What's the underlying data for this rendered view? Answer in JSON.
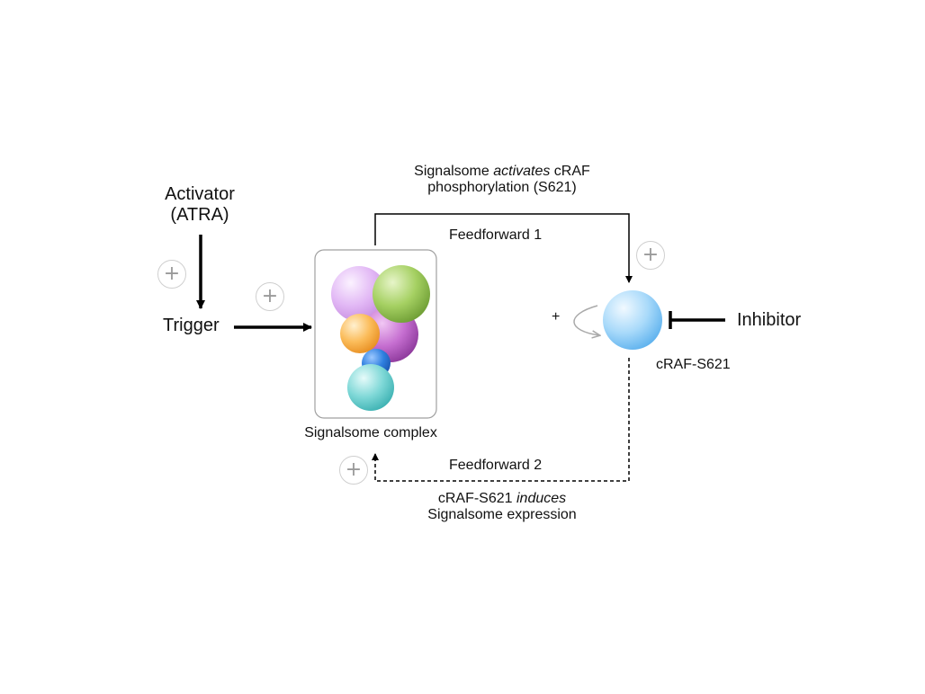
{
  "nodes": {
    "activator_line1": "Activator",
    "activator_line2": "(ATRA)",
    "trigger": "Trigger",
    "complex": "Signalsome complex",
    "craf": "cRAF-S621",
    "inhibitor": "Inhibitor"
  },
  "edges": {
    "ff1_label": "Feedforward 1",
    "ff1_desc_line1_a": "Signalsome ",
    "ff1_desc_line1_em": "activates",
    "ff1_desc_line1_b": " cRAF",
    "ff1_desc_line2": "phosphorylation (S621)",
    "ff2_label": "Feedforward 2",
    "ff2_desc_line1_a": "cRAF-S621 ",
    "ff2_desc_line1_em": "induces",
    "ff2_desc_line2": "Signalsome expression",
    "self_loop_sign": "+",
    "positive_sign": "+"
  },
  "colors": {
    "arrow": "#000000",
    "complex_border": "#9a9a9a",
    "ball_violet": "#d8a8f0",
    "ball_green": "#9ccc5a",
    "ball_purple": "#b358c0",
    "ball_orange": "#f7b04a",
    "ball_blue": "#2a78d8",
    "ball_teal": "#6dd0cf",
    "craf_ball": "#9fd4f7",
    "self_loop": "#a9a9a9"
  }
}
